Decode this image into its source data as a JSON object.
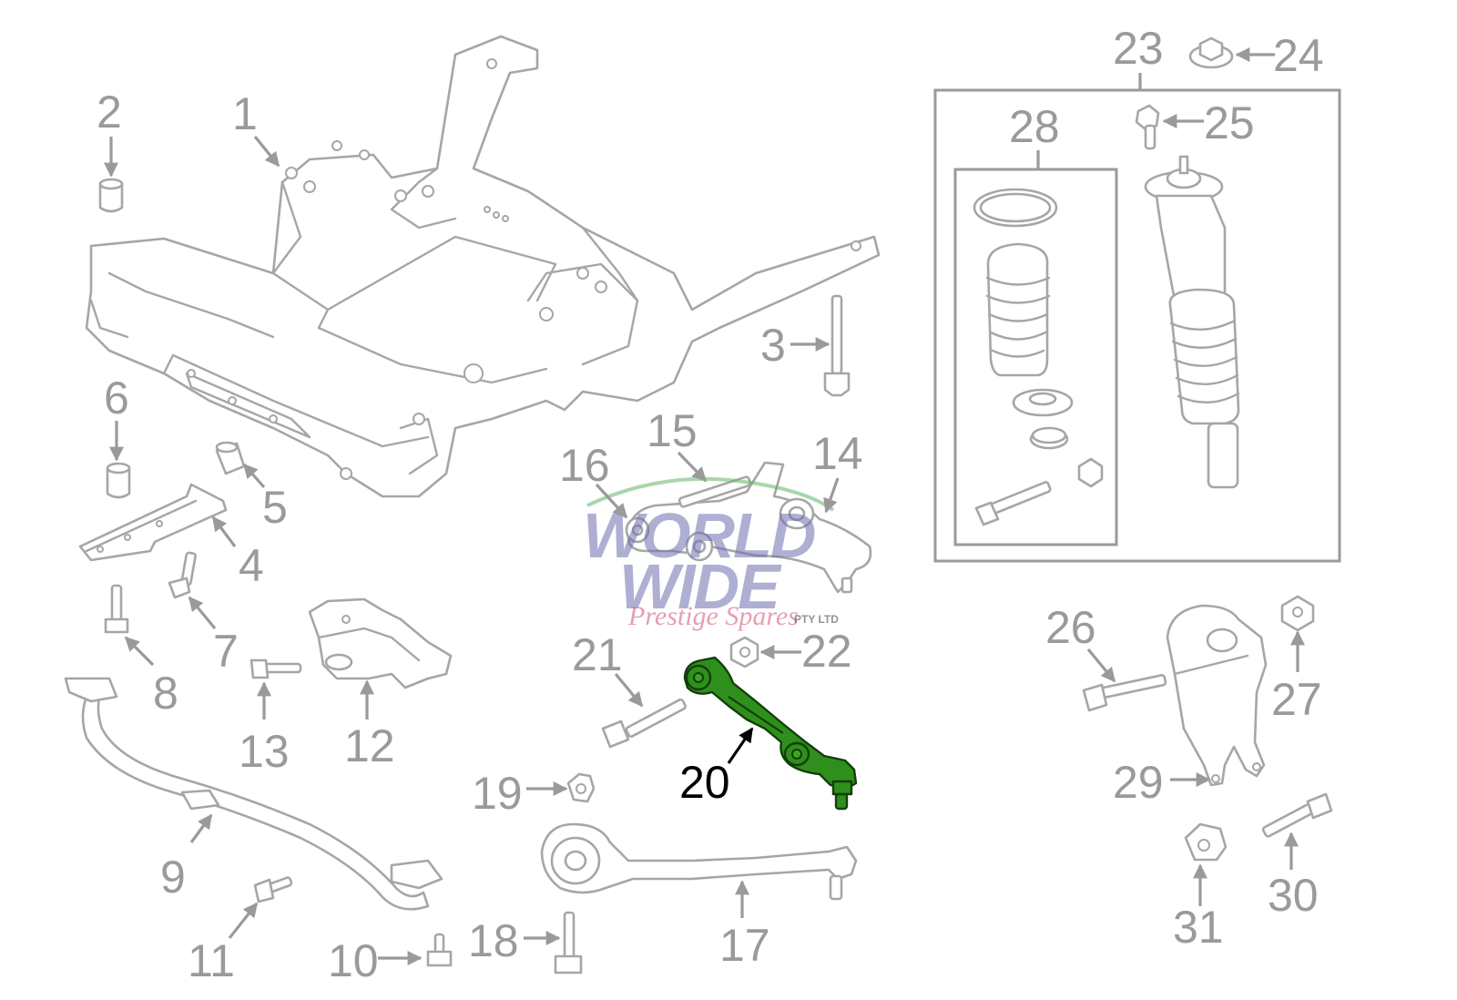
{
  "watermark": {
    "line1": "WORLD",
    "line2": "WIDE",
    "script": "Prestige Spares",
    "suffix": "PTY LTD",
    "color_primary": "#6f6fb0",
    "color_accent": "#d4617e",
    "color_swoosh": "#62b46a"
  },
  "highlight": {
    "part_number": "20",
    "color": "#2f8f1c"
  },
  "callouts": {
    "p1": "1",
    "p2": "2",
    "p3": "3",
    "p4": "4",
    "p5": "5",
    "p6": "6",
    "p7": "7",
    "p8": "8",
    "p9": "9",
    "p10": "10",
    "p11": "11",
    "p12": "12",
    "p13": "13",
    "p14": "14",
    "p15": "15",
    "p16": "16",
    "p17": "17",
    "p18": "18",
    "p19": "19",
    "p20": "20",
    "p21": "21",
    "p22": "22",
    "p23": "23",
    "p24": "24",
    "p25": "25",
    "p26": "26",
    "p27": "27",
    "p28": "28",
    "p29": "29",
    "p30": "30",
    "p31": "31"
  }
}
